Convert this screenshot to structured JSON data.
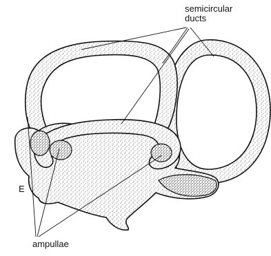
{
  "labels": {
    "semicircular_line1": "semicircular",
    "semicircular_line2": "ducts",
    "e": "E",
    "ampullae": "ampullae"
  },
  "colors": {
    "ink": "#111111",
    "stipple": "#2a2a2a",
    "background": "#ffffff"
  }
}
